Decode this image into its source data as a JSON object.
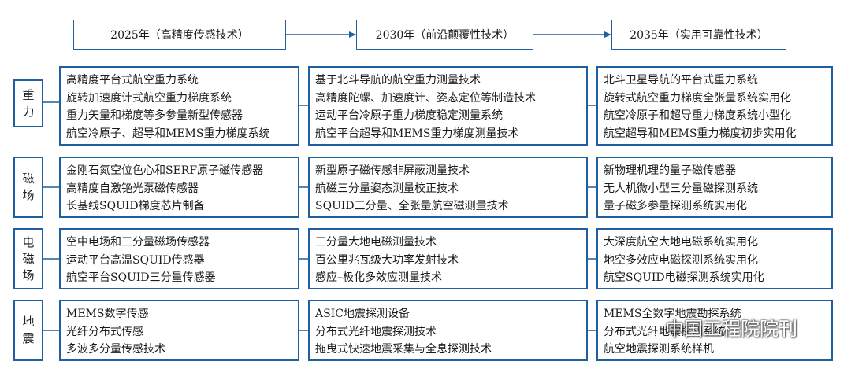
{
  "phases": [
    "2025年（高精度传感技术）",
    "2030年（前沿颠覆性技术）",
    "2035年（实用可靠性技术）"
  ],
  "rows": [
    {
      "category": [
        "重",
        "力"
      ],
      "cells": [
        [
          "高精度平台式航空重力系统",
          "旋转加速度计式航空重力梯度系统",
          "重力矢量和梯度等多参量新型传感器",
          "航空冷原子、超导和MEMS重力梯度系统"
        ],
        [
          "基于北斗导航的航空重力测量技术",
          "高精度陀螺、加速度计、姿态定位等制造技术",
          "运动平台冷原子重力梯度稳定测量系统",
          "航空平台超导和MEMS重力梯度测量技术"
        ],
        [
          "北斗卫星导航的平台式重力系统",
          "旋转式航空重力梯度全张量系统实用化",
          "航空冷原子和超导重力梯度系统小型化",
          "航空超导和MEMS重力梯度初步实用化"
        ]
      ]
    },
    {
      "category": [
        "磁",
        "场"
      ],
      "cells": [
        [
          "金刚石氮空位色心和SERF原子磁传感器",
          "高精度自激铯光泵磁传感器",
          "长基线SQUID梯度芯片制备"
        ],
        [
          "新型原子磁传感非屏蔽测量技术",
          "航磁三分量姿态测量校正技术",
          "SQUID三分量、全张量航空磁测量技术"
        ],
        [
          "新物理机理的量子磁传感器",
          "无人机微小型三分量磁探测系统",
          "量子磁多参量探测系统实用化"
        ]
      ]
    },
    {
      "category": [
        "电",
        "磁",
        "场"
      ],
      "cells": [
        [
          "空中电场和三分量磁场传感器",
          "运动平台高温SQUID传感器",
          "航空平台SQUID三分量传感器"
        ],
        [
          "三分量大地电磁测量技术",
          "百公里兆瓦级大功率发射技术",
          "感应–极化多效应测量技术"
        ],
        [
          "大深度航空大地电磁系统实用化",
          "地空多效应电磁探测系统实用化",
          "航空SQUID电磁探测系统实用化"
        ]
      ]
    },
    {
      "category": [
        "地",
        "震"
      ],
      "cells": [
        [
          "MEMS数字传感",
          "光纤分布式传感",
          "多波多分量传感技术"
        ],
        [
          "ASIC地震探测设备",
          "分布式光纤地震探测技术",
          "拖曳式快速地震采集与全息探测技术"
        ],
        [
          "MEMS全数字地震勘探系统",
          "分布式光纤地震探测系统",
          "航空地震探测系统样机"
        ]
      ]
    }
  ],
  "watermark": "中国工程院院刊",
  "colors": {
    "border": "#1f5fa0",
    "arrow": "#1f5fa0"
  }
}
